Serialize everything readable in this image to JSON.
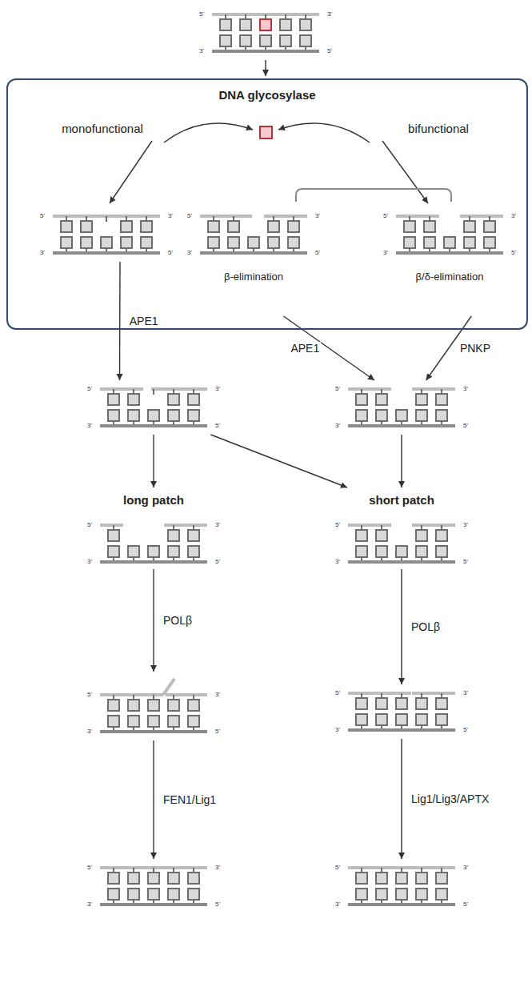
{
  "diagram": {
    "nodes": [
      {
        "text": [
          "5'",
          "3'",
          "3'",
          "5'"
        ]
      },
      {
        "text": [
          "DNA glycosylase"
        ]
      },
      {
        "text": [
          "5'",
          "3'",
          "3'",
          "5'"
        ],
        "in": 1
      },
      {
        "text": [
          "5'",
          "3'",
          "3'",
          "5'",
          "β-elimination"
        ],
        "in": 1
      },
      {
        "text": [
          "5'",
          "3'",
          "3'",
          "5'",
          "β/δ-elimination"
        ],
        "in": 1
      },
      {
        "text": [
          "5'",
          "3'",
          "3'",
          "5'"
        ]
      },
      {
        "text": [
          "5'",
          "3'",
          "3'",
          "5'"
        ]
      },
      {
        "text": [
          "long patch",
          "5'",
          "3'",
          "3'",
          "5'"
        ]
      },
      {
        "text": [
          "short patch",
          "5'",
          "3'",
          "3'",
          "5'"
        ]
      },
      {
        "text": [
          "5'",
          "3'",
          "3'",
          "5'"
        ]
      },
      {
        "text": [
          "5'",
          "3'",
          "3'",
          "5'"
        ]
      },
      {
        "text": [
          "5'",
          "3'",
          "3'",
          "5'"
        ]
      },
      {
        "text": [
          "5'",
          "3'",
          "3'",
          "5'"
        ]
      }
    ],
    "edges": [
      {
        "from": 0,
        "to": 1,
        "arrow": "to"
      },
      {
        "from": 2,
        "to": 5,
        "label": "APE1",
        "arrow": "to"
      },
      {
        "from": 3,
        "to": 6,
        "label": "APE1",
        "arrow": "to"
      },
      {
        "from": 4,
        "to": 6,
        "label": "PNKP",
        "arrow": "to"
      },
      {
        "from": 5,
        "to": 7,
        "arrow": "to"
      },
      {
        "from": 5,
        "to": 8,
        "arrow": "to"
      },
      {
        "from": 6,
        "to": 8,
        "arrow": "to"
      },
      {
        "from": 7,
        "to": 9,
        "label": "POLβ",
        "arrow": "to"
      },
      {
        "from": 8,
        "to": 10,
        "label": "POLβ",
        "arrow": "to"
      },
      {
        "from": 9,
        "to": 11,
        "label": "FEN1/Lig1",
        "arrow": "to"
      },
      {
        "from": 10,
        "to": 12,
        "label": "Lig1/Lig3/APTX",
        "arrow": "to"
      }
    ],
    "labels": [
      "monofunctional",
      "bifunctional"
    ]
  }
}
